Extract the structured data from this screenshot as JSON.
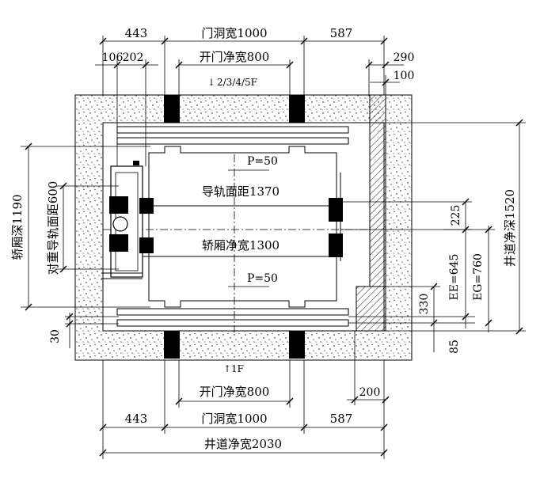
{
  "top_dims": {
    "left": "443",
    "door_width": "门洞宽1000",
    "right": "587",
    "cw1": "106",
    "cw2": "202",
    "clear_door": "开门净宽800",
    "wall_290": "290",
    "wall_100": "100"
  },
  "floor_labels": {
    "upper": "2/3/4/5F",
    "ground": "1F"
  },
  "inner_dims": {
    "p_top": "P=50",
    "rail_distance": "导轨面距1370",
    "car_width": "轿厢净宽1300",
    "p_bottom": "P=50"
  },
  "left_dims": {
    "car_depth": "轿厢深1190",
    "cw_rail": "对重导轨面距600",
    "sill": "30"
  },
  "right_dims": {
    "d225": "225",
    "ee": "EE=645",
    "eg": "EG=760",
    "shaft_depth": "井道净深1520",
    "d330": "330",
    "d85": "85"
  },
  "bottom_dims": {
    "d200": "200",
    "clear_door": "开门净宽800",
    "left": "443",
    "door_width": "门洞宽1000",
    "right": "587",
    "shaft_width": "井道净宽2030"
  }
}
